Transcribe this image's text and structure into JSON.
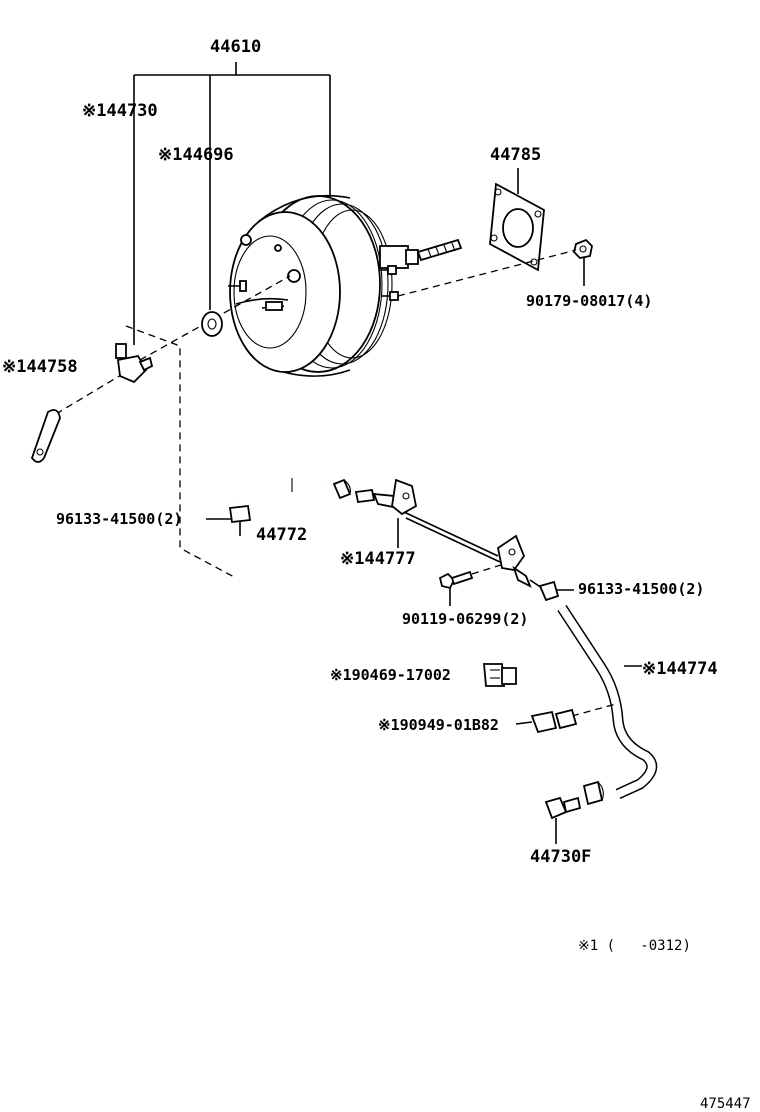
{
  "labels": {
    "booster_assy": "44610",
    "check_valve": "※144730",
    "grommet": "※144696",
    "gasket": "44785",
    "nut": "90179-08017(4)",
    "union": "※144758",
    "clip_left": "96133-41500(2)",
    "hose_short": "44772",
    "pipe": "※144777",
    "bolt": "90119-06299(2)",
    "clip_right": "96133-41500(2)",
    "hose_long": "※144774",
    "clamp": "※190469-17002",
    "connector": "※190949-01B82",
    "vacuum_valve": "44730F"
  },
  "footnote": "※1 (   -0312)",
  "figure_id": "475447"
}
